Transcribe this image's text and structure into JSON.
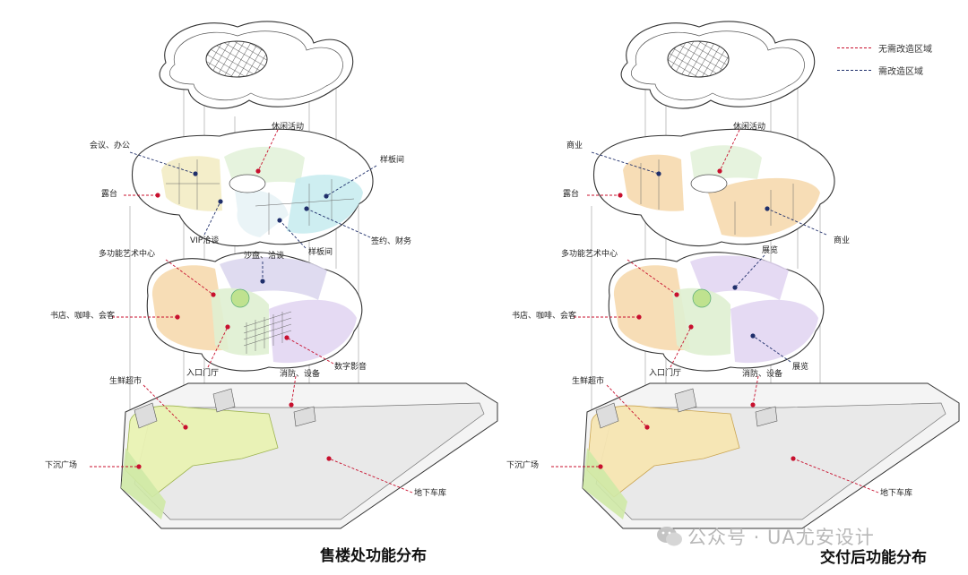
{
  "legend": {
    "no_change": {
      "label": "无需改造区域",
      "color": "#c8102e"
    },
    "need_change": {
      "label": "需改造区域",
      "color": "#1f2f6b"
    }
  },
  "left": {
    "caption": "售楼处功能分布",
    "labels": {
      "meeting": "会议、办公",
      "leisure": "休闲活动",
      "sample": "样板间",
      "terrace": "露台",
      "vip": "VIP洽谈",
      "sample2": "样板间",
      "sign": "签约、财务",
      "art": "多功能艺术中心",
      "sand": "沙盘、洽谈",
      "book": "书店、咖啡、会客",
      "entry": "入口门厅",
      "digital": "数字影音",
      "fire": "消防、设备",
      "market": "生鲜超市",
      "plaza": "下沉广场",
      "garage": "地下车库"
    }
  },
  "right": {
    "caption": "交付后功能分布",
    "labels": {
      "commerce": "商业",
      "leisure": "休闲活动",
      "terrace": "露台",
      "commerce2": "商业",
      "art": "多功能艺术中心",
      "exhibit": "展览",
      "book": "书店、咖啡、会客",
      "entry": "入口门厅",
      "fire": "消防、设备",
      "exhibit2": "展览",
      "market": "生鲜超市",
      "plaza": "下沉广场",
      "garage": "地下车库"
    }
  },
  "watermark": "公众号 · UA尤安设计"
}
